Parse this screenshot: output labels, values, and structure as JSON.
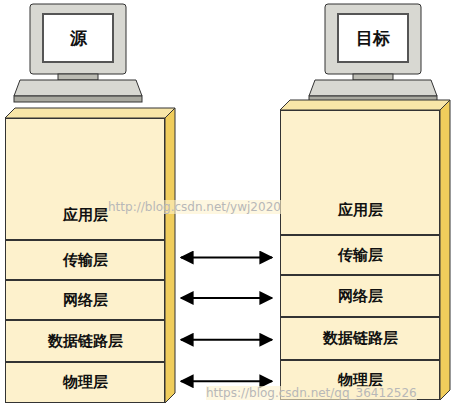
{
  "diagram": {
    "nodes": [
      {
        "text": [
          "源"
        ]
      },
      {
        "text": [
          "目标"
        ]
      },
      {
        "text": [
          "应用层"
        ]
      },
      {
        "text": [
          "传输层"
        ]
      },
      {
        "text": [
          "网络层"
        ]
      },
      {
        "text": [
          "数据链路层"
        ]
      },
      {
        "text": [
          "物理层"
        ]
      },
      {
        "text": [
          "应用层"
        ]
      },
      {
        "text": [
          "传输层"
        ]
      },
      {
        "text": [
          "网络层"
        ]
      },
      {
        "text": [
          "数据链路层"
        ]
      },
      {
        "text": [
          "物理层"
        ]
      }
    ],
    "edges": [
      {
        "from": 3,
        "to": 8,
        "arrow": "both"
      },
      {
        "from": 4,
        "to": 9,
        "arrow": "both"
      },
      {
        "from": 5,
        "to": 10,
        "arrow": "both"
      },
      {
        "from": 6,
        "to": 11,
        "arrow": "both"
      }
    ],
    "labels": [
      "http://blog.csdn.net/ywj2020",
      "https://blog.csdn.net/qq_36412526"
    ]
  }
}
